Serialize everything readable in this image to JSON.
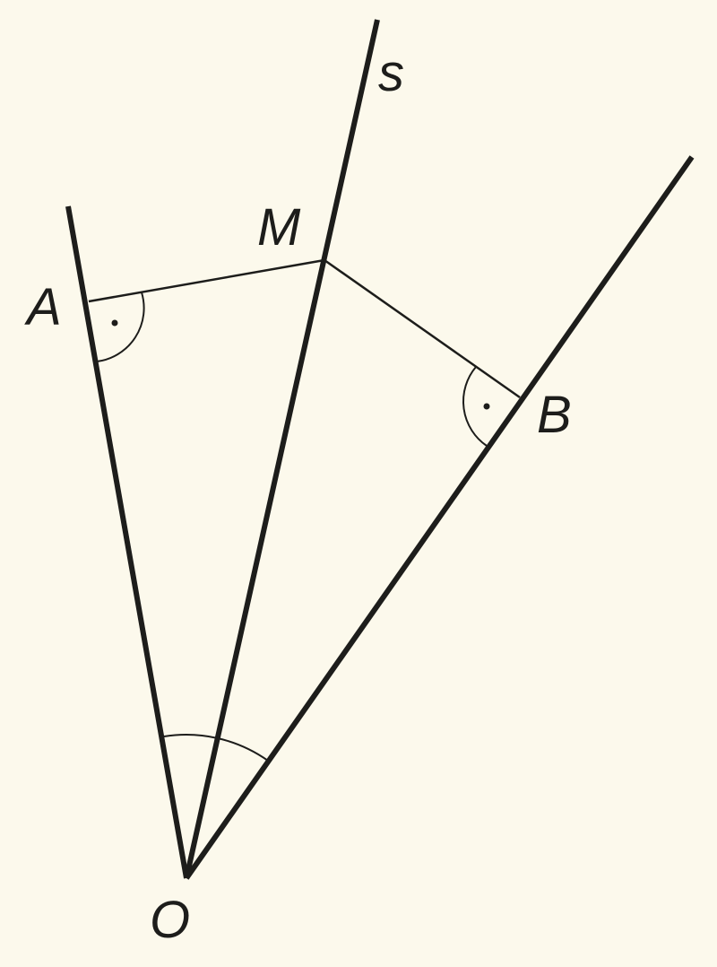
{
  "labels": {
    "s": "s",
    "M": "M",
    "A": "A",
    "B": "B",
    "O": "O"
  },
  "colors": {
    "background": "#fcf9ec",
    "ink": "#1d1d1b"
  }
}
